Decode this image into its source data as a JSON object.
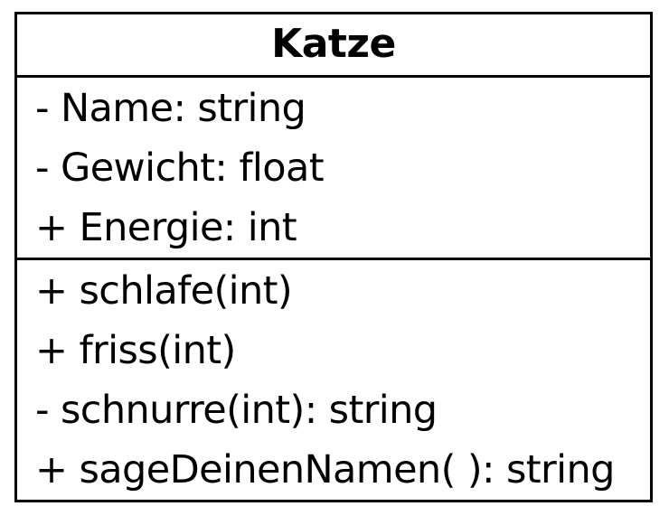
{
  "class": {
    "name": "Katze",
    "attributes": [
      "- Name: string",
      "- Gewicht: float",
      "+ Energie: int"
    ],
    "methods": [
      "+ schlafe(int)",
      "+ friss(int)",
      "- schnurre(int): string",
      "+ sageDeinenNamen( ): string"
    ]
  }
}
